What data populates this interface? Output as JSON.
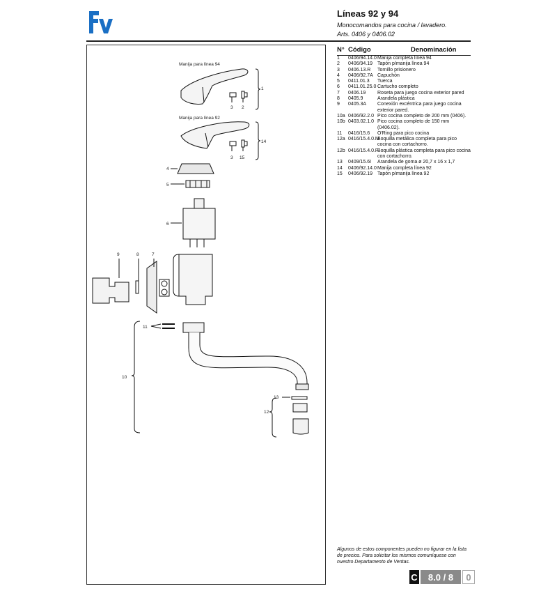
{
  "brand": {
    "logo": "fv"
  },
  "header": {
    "title": "Líneas 92 y 94",
    "subtitle": "Monocomandos para cocina / lavadero.",
    "articles": "Arts. 0406 y 0406.02"
  },
  "diagram": {
    "handle94_label": "Manija para línea 94",
    "handle92_label": "Manija para línea 92",
    "callouts": {
      "c1": "1",
      "c2": "2",
      "c3a": "3",
      "c3b": "3",
      "c4": "4",
      "c5": "5",
      "c6": "6",
      "c7": "7",
      "c8": "8",
      "c9": "9",
      "c10": "10",
      "c11": "11",
      "c12": "12",
      "c13": "13",
      "c14": "14",
      "c15": "15"
    }
  },
  "parts_table": {
    "headers": {
      "no": "N°",
      "code": "Código",
      "name": "Denominación"
    },
    "rows": [
      {
        "no": "1",
        "code": "0406/94.14.0",
        "name": "Manija completa línea 94"
      },
      {
        "no": "2",
        "code": "0406/94.19",
        "name": "Tapón p/manija línea 94"
      },
      {
        "no": "3",
        "code": "0406.13.R",
        "name": "Tornillo prisionero"
      },
      {
        "no": "4",
        "code": "0406/92.7A",
        "name": "Capuchón"
      },
      {
        "no": "5",
        "code": "0411.01.3",
        "name": "Tuerca"
      },
      {
        "no": "6",
        "code": "0411.01.25.0",
        "name": "Cartucho completo"
      },
      {
        "no": "7",
        "code": "0406.19",
        "name": "Roseta para juego cocina exterior pared"
      },
      {
        "no": "8",
        "code": "0405.9",
        "name": "Arandela plástica"
      },
      {
        "no": "9",
        "code": "0405.3A",
        "name": "Conexión excéntrica para juego cocina exterior pared."
      },
      {
        "no": "10a",
        "code": "0406/92.2.0",
        "name": "Pico cocina completo de 200 mm (0406)."
      },
      {
        "no": "10b",
        "code": "0403.02.1.0",
        "name": "Pico cocina completo de 150 mm (0406.02)."
      },
      {
        "no": "11",
        "code": "0416/15.6",
        "name": "O'Ring para pico cocina"
      },
      {
        "no": "12a",
        "code": "0416/15.4.0.M",
        "name": "Boquilla metálica completa para pico cocina con cortachorro."
      },
      {
        "no": "12b",
        "code": "0416/15.4.0.P",
        "name": "Boquilla plástica completa para pico cocina con cortachorro."
      },
      {
        "no": "13",
        "code": "0409/15.6I",
        "name": "Arandela de goma ø 20,7 x 16 x 1,7"
      },
      {
        "no": "14",
        "code": "0406/92.14.0",
        "name": "Manija completa línea 92"
      },
      {
        "no": "15",
        "code": "0406/92.19",
        "name": "Tapón p/manija línea 92"
      }
    ]
  },
  "footnote": "Algunos de estos componentes pueden no figurar en la lista de precios. Para solicitar los mismos comuníquese con nuestro Departamento de Ventas.",
  "page_badge": {
    "letter": "C",
    "number": "8.0 / 8",
    "suffix": "0"
  },
  "colors": {
    "logo_blue": "#1a6fc4",
    "badge_dark": "#111111",
    "badge_grey": "#8a8a8a"
  }
}
